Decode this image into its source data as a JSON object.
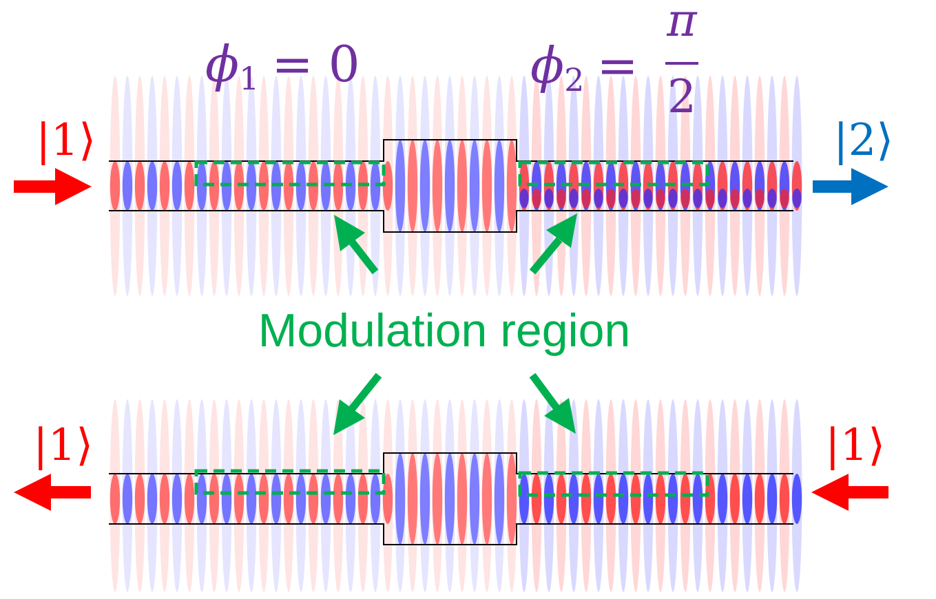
{
  "phase_labels": {
    "phi1": {
      "symbol": "ϕ",
      "subscript": "1",
      "equals": "=",
      "value": "0"
    },
    "phi2": {
      "symbol": "ϕ",
      "subscript": "2",
      "equals": "=",
      "numerator": "π",
      "denominator": "2"
    }
  },
  "center_label": "Modulation region",
  "states": {
    "top_input": "|1⟩",
    "top_output": "|2⟩",
    "bottom_left": "|1⟩",
    "bottom_right": "|1⟩"
  },
  "colors": {
    "phase_text": "#7030a0",
    "annotation_green": "#00b050",
    "state_red": "#ff0000",
    "state_blue": "#0070c0",
    "field_red": "#ff2020",
    "field_blue": "#2a2aff",
    "waveguide_line": "#000000"
  }
}
